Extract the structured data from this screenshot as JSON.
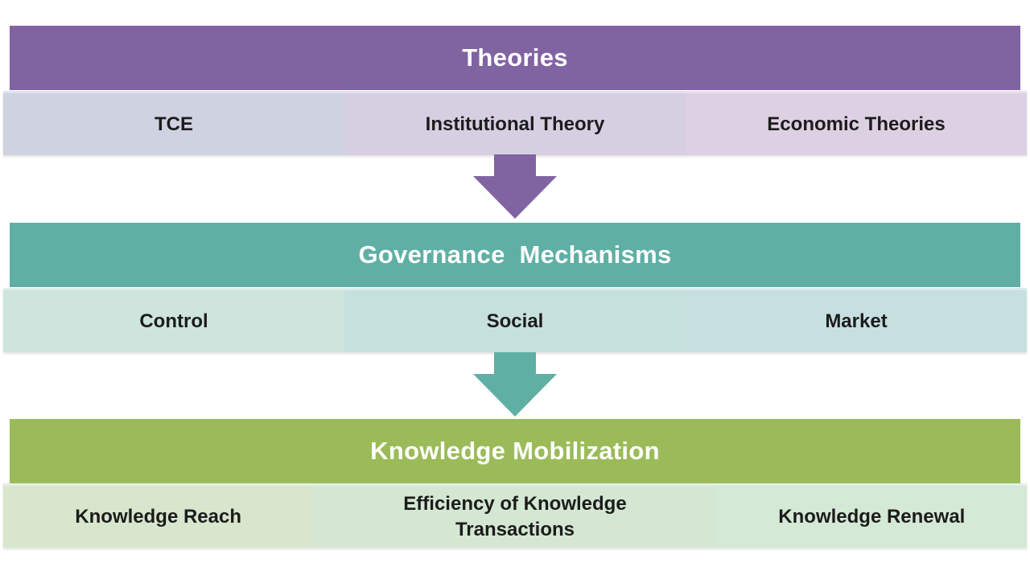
{
  "sections": [
    {
      "title": "Theories",
      "color": "#8064a2",
      "items": [
        "TCE",
        "Institutional Theory",
        "Economic Theories"
      ]
    },
    {
      "title": "Governance  Mechanisms",
      "color": "#5fafa4",
      "items": [
        "Control",
        "Social",
        "Market"
      ]
    },
    {
      "title": "Knowledge Mobilization",
      "color": "#9bbb59",
      "items": [
        "Knowledge Reach",
        "Efficiency of Knowledge Transactions",
        "Knowledge Renewal"
      ]
    }
  ],
  "arrows": [
    {
      "color": "#8064a2",
      "icon": "down-arrow-icon"
    },
    {
      "color": "#5fafa4",
      "icon": "down-arrow-icon"
    }
  ]
}
